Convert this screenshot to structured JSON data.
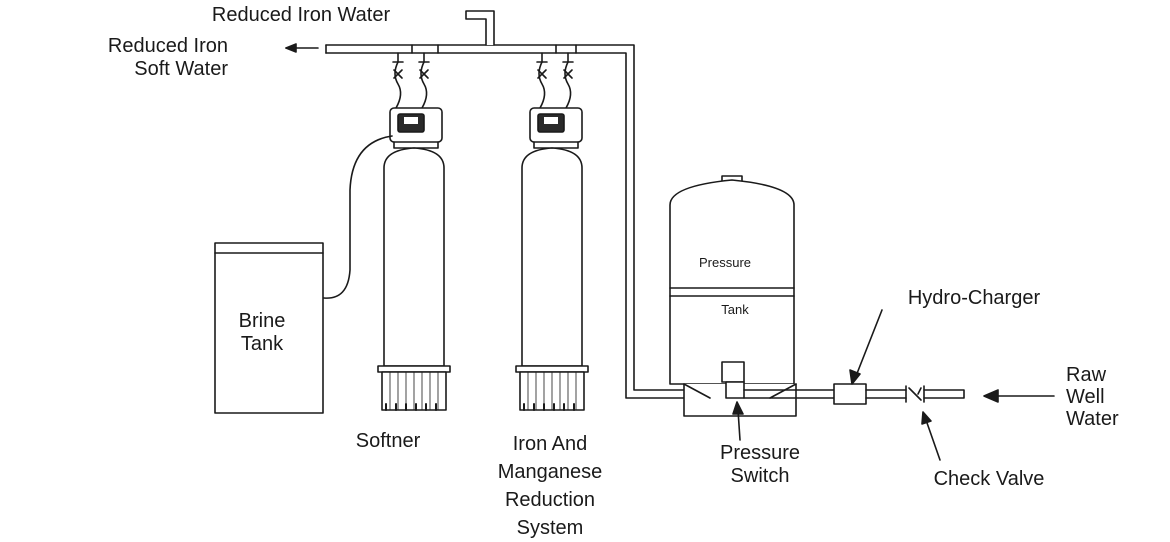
{
  "labels": {
    "reduced_iron_water": "Reduced Iron Water",
    "reduced_iron_soft_water": "Reduced Iron\nSoft Water",
    "brine_tank": "Brine\nTank",
    "softner": "Softner",
    "iron_manganese_system": "Iron And\nManganese\nReduction\nSystem",
    "pressure": "Pressure",
    "tank": "Tank",
    "hydro_charger": "Hydro-Charger",
    "pressure_switch": "Pressure\nSwitch",
    "check_valve": "Check Valve",
    "raw_well_water": "Raw\nWell\nWater"
  }
}
